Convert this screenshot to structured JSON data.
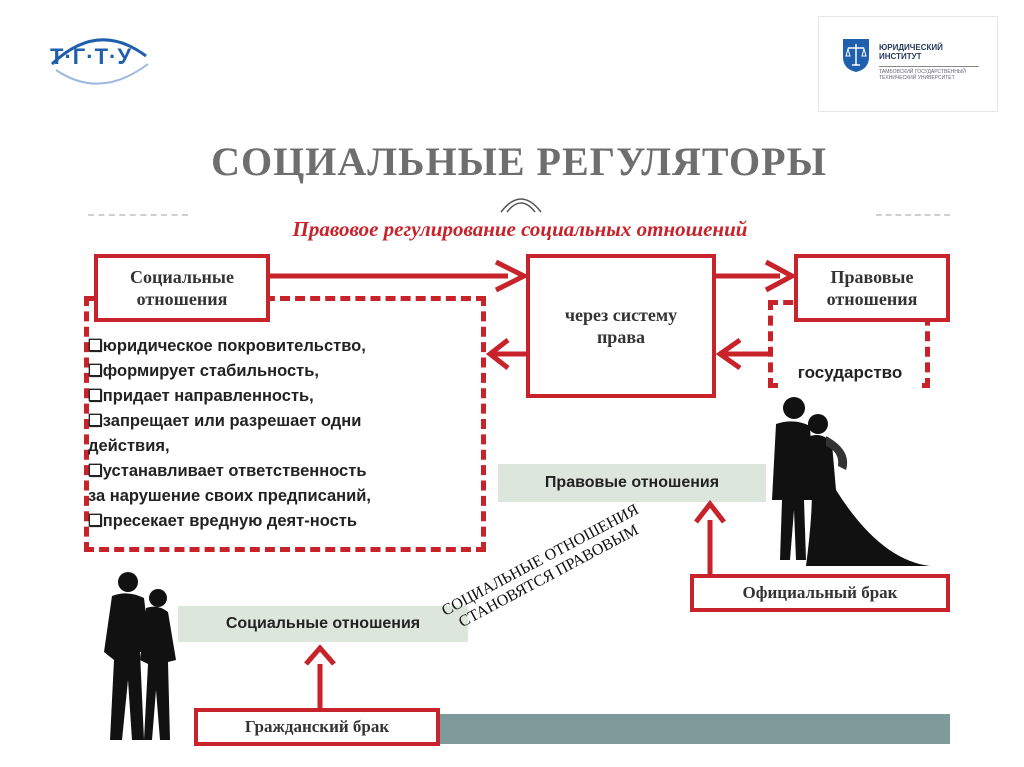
{
  "header": {
    "left_logo_text": "Т·Г·Т·У",
    "right_logo_title": "ЮРИДИЧЕСКИЙ\nИНСТИТУТ",
    "right_logo_subtitle": "ТАМБОВСКИЙ ГОСУДАРСТВЕННЫЙ\nТЕХНИЧЕСКИЙ УНИВЕРСИТЕТ"
  },
  "slide": {
    "title": "СОЦИАЛЬНЫЕ РЕГУЛЯТОРЫ",
    "subtitle": "Правовое регулирование социальных отношений",
    "boxes": {
      "social_relations": "Социальные\nотношения",
      "through_system": "через систему\nправа",
      "legal_relations": "Правовые\nотношения",
      "state": "государство"
    },
    "functions": [
      "❑юридическое покровительство,",
      "❑формирует стабильность,",
      "❑придает направленность,",
      "❑запрещает или разрешает одни",
      "действия,",
      "❑устанавливает ответственность",
      "за нарушение своих предписаний,",
      "❑пресекает вредную деят-ность"
    ],
    "green_labels": {
      "legal_relations": "Правовые  отношения",
      "social_relations": "Социальные отношения"
    },
    "marriage": {
      "official": "Официальный брак",
      "civil": "Гражданский брак"
    },
    "diagonal_text": "СОЦИАЛЬНЫЕ ОТНОШЕНИЯ\nСТАНОВЯТСЯ ПРАВОВЫМ"
  },
  "colors": {
    "accent_red": "#c8232b",
    "green_fill": "#dde6dc",
    "title_gray": "#6e6e6e",
    "logo_blue": "#1f5fae"
  }
}
